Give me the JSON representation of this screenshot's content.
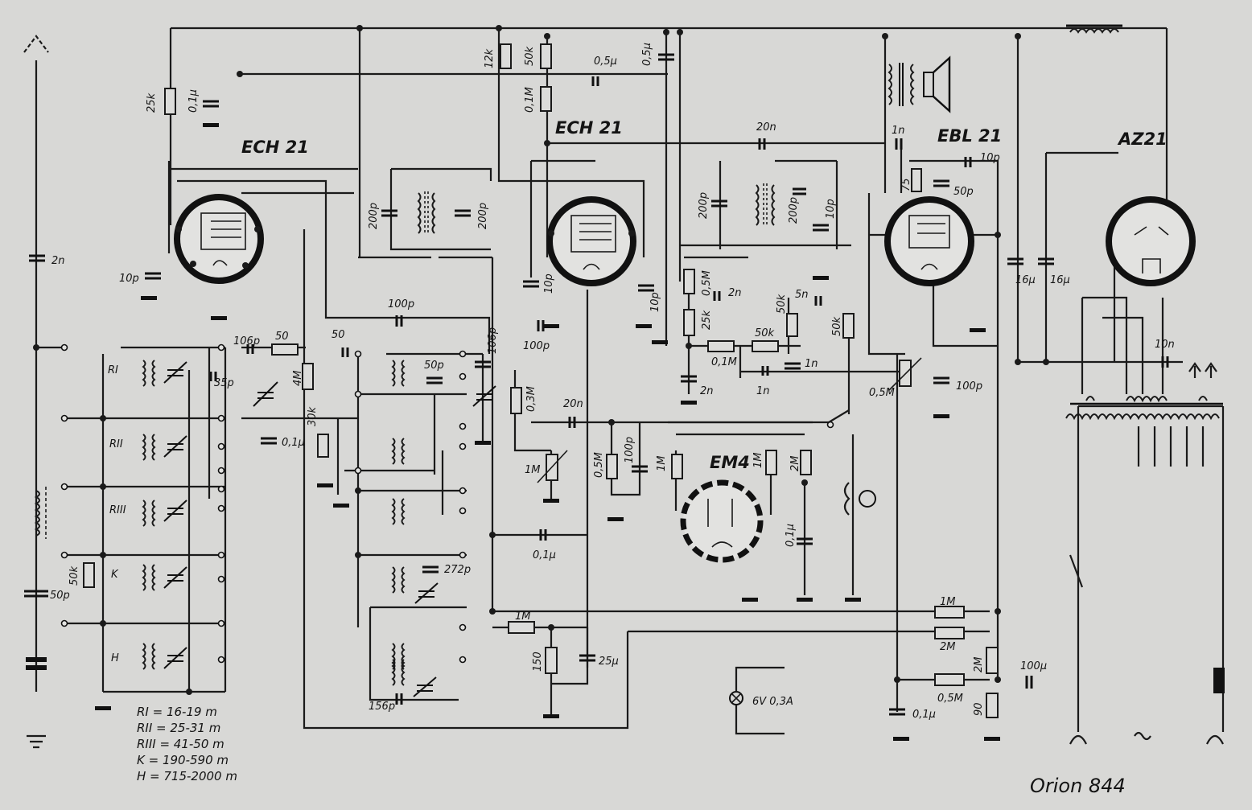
{
  "tubes": {
    "ech21_a": "ECH 21",
    "ech21_b": "ECH 21",
    "ebl21": "EBL 21",
    "az21": "AZ21",
    "em4": "EM4"
  },
  "components": {
    "r_25k_top": "25k",
    "c_01u_top": "0,1µ",
    "r_12k": "12k",
    "r_50k_top": "50k",
    "c_05u_a": "0,5µ",
    "c_05u_b": "0,5µ",
    "r_01M_top": "0,1M",
    "c_20n_top": "20n",
    "c_1n_top": "1n",
    "c_10p_top": "10p",
    "r_75": "75",
    "c_50p_ebl": "50p",
    "c_200p_1": "200p",
    "c_200p_2": "200p",
    "c_200p_3": "200p",
    "c_200p_4": "200p",
    "c_10p_if2": "10p",
    "c_2n_ant": "2n",
    "c_10p_ech1": "10p",
    "c_10p_ech2a": "10p",
    "c_10p_ech2b": "10p",
    "c_100p_a": "100p",
    "c_100p_b": "100p",
    "r_50_a": "50",
    "c_50_b": "50",
    "c_106p_a": "106p",
    "c_106p_b": "106p",
    "c_35p": "35p",
    "r_4M": "4M",
    "r_30k": "30k",
    "c_01u_osc": "0,1µ",
    "c_50p_osc": "50p",
    "r_05M_a": "0,5M",
    "c_2n_a": "2n",
    "r_25k_b": "25k",
    "r_01M_b": "0,1M",
    "r_50k_b": "50k",
    "r_50k_c": "50k",
    "r_50k_d": "50k",
    "c_5n": "5n",
    "c_1n_a": "1n",
    "c_1n_b": "1n",
    "c_2n_b": "2n",
    "pot_05M": "0,5M",
    "c_100p_c": "100p",
    "c_100p_d": "100p",
    "c_16u_a": "16µ",
    "c_16u_b": "16µ",
    "c_10n": "10n",
    "r_03M": "0,3M",
    "c_20n_mid": "20n",
    "pot_1M": "1M",
    "r_05M_b": "0,5M",
    "r_1M_em": "1M",
    "r_1M_em2": "1M",
    "r_2M_em": "2M",
    "c_01u_em": "0,1µ",
    "c_01u_mid": "0,1µ",
    "r_1M_bot": "1M",
    "r_150": "150",
    "c_25u": "25µ",
    "c_272p": "272p",
    "c_156p": "156p",
    "r_50k_ant": "50k",
    "c_50p_ant": "50p",
    "r_1M_right": "1M",
    "r_2M_right": "2M",
    "r_2M_vert": "2M",
    "r_05M_right": "0,5M",
    "r_90": "90",
    "c_100u": "100µ",
    "c_01u_right": "0,1µ",
    "lamp": "6V 0,3A"
  },
  "coils": {
    "RI": "RI",
    "RII": "RII",
    "RIII": "RIII",
    "K": "K",
    "H": "H"
  },
  "legend": [
    "RI = 16-19 m",
    "RII = 25-31 m",
    "RIII = 41-50 m",
    "K = 190-590 m",
    "H = 715-2000 m"
  ],
  "title": "Orion 844"
}
